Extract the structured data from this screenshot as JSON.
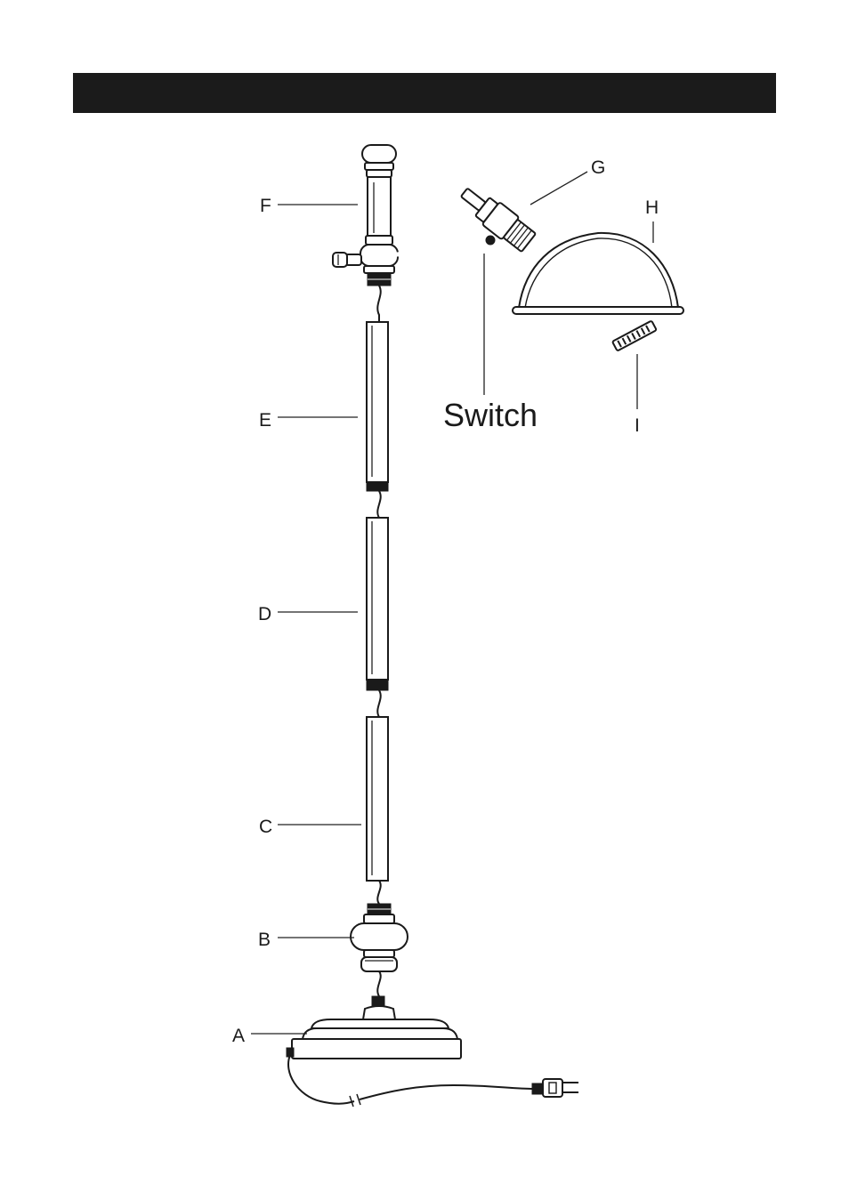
{
  "diagram": {
    "labels": {
      "a": "A",
      "b": "B",
      "c": "C",
      "d": "D",
      "e": "E",
      "f": "F",
      "g": "G",
      "h": "H",
      "i": "I",
      "switch": "Switch"
    }
  }
}
